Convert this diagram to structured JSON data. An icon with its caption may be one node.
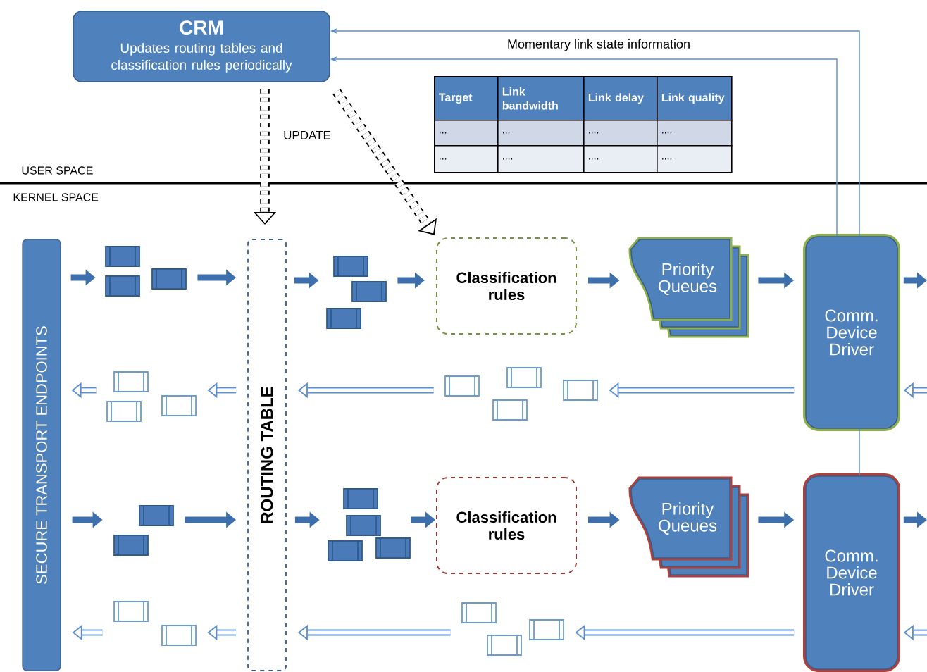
{
  "diagram": {
    "nodes": [
      {
        "text": [
          "CRM",
          "Updates routing tables and classification rules periodically"
        ]
      },
      {
        "text": [
          "SECURE TRANSPORT ENDPOINTS"
        ]
      },
      {
        "text": [
          "ROUTING TABLE"
        ]
      },
      {
        "text": [
          "Classification rules"
        ]
      },
      {
        "text": [
          "Priority Queues"
        ]
      },
      {
        "text": [
          "Comm. Device Driver"
        ]
      },
      {
        "text": [
          "Classification rules"
        ]
      },
      {
        "text": [
          "Priority Queues"
        ]
      },
      {
        "text": [
          "Comm. Device Driver"
        ]
      },
      {
        "text": [],
        "shape": "box"
      },
      {
        "text": [],
        "shape": "box"
      },
      {
        "text": [],
        "shape": "box"
      },
      {
        "text": [],
        "shape": "box"
      },
      {
        "text": [],
        "shape": "box"
      },
      {
        "text": [],
        "shape": "box"
      },
      {
        "text": [],
        "shape": "box"
      },
      {
        "text": [],
        "shape": "box"
      }
    ],
    "edges": [
      {
        "from": 0,
        "to": 2,
        "arrow": "to",
        "style": "dashed",
        "color": "#000000"
      },
      {
        "from": 0,
        "to": 3,
        "arrow": "to",
        "style": "dashed",
        "color": "#000000"
      },
      {
        "from": 5,
        "to": 0,
        "arrow": "to"
      },
      {
        "from": 5,
        "to": 0,
        "arrow": "to"
      },
      {
        "from": 8,
        "to": 5,
        "arrow": "none"
      },
      {
        "from": 1,
        "to": 9,
        "arrow": "to"
      },
      {
        "from": 9,
        "to": 2,
        "arrow": "to"
      },
      {
        "from": 2,
        "to": 10,
        "arrow": "to"
      },
      {
        "from": 10,
        "to": 3,
        "arrow": "to"
      },
      {
        "from": 3,
        "to": 4,
        "arrow": "to"
      },
      {
        "from": 4,
        "to": 5,
        "arrow": "to"
      },
      {
        "from": 5,
        "to": null,
        "arrow": "to"
      },
      {
        "from": null,
        "to": 5,
        "arrow": "to"
      },
      {
        "from": 5,
        "to": 12,
        "arrow": "to"
      },
      {
        "from": 12,
        "to": 2,
        "arrow": "to"
      },
      {
        "from": 2,
        "to": 11,
        "arrow": "to"
      },
      {
        "from": 11,
        "to": 1,
        "arrow": "to"
      },
      {
        "from": 1,
        "to": 13,
        "arrow": "to"
      },
      {
        "from": 13,
        "to": 2,
        "arrow": "to"
      },
      {
        "from": 2,
        "to": 14,
        "arrow": "to"
      },
      {
        "from": 14,
        "to": 6,
        "arrow": "to"
      },
      {
        "from": 6,
        "to": 7,
        "arrow": "to"
      },
      {
        "from": 7,
        "to": 8,
        "arrow": "to"
      },
      {
        "from": 8,
        "to": null,
        "arrow": "to"
      },
      {
        "from": null,
        "to": 8,
        "arrow": "to"
      },
      {
        "from": 8,
        "to": 16,
        "arrow": "to"
      },
      {
        "from": 16,
        "to": 2,
        "arrow": "to"
      },
      {
        "from": 2,
        "to": 15,
        "arrow": "to"
      },
      {
        "from": 15,
        "to": 1,
        "arrow": "to"
      }
    ],
    "labels": [
      "Momentary link state information",
      "UPDATE",
      "USER SPACE",
      "KERNEL SPACE",
      "Target",
      "Link bandwidth",
      "Link delay",
      "Link quality",
      "...",
      "...",
      "....",
      "....",
      "...",
      "....",
      "....",
      "...."
    ]
  }
}
